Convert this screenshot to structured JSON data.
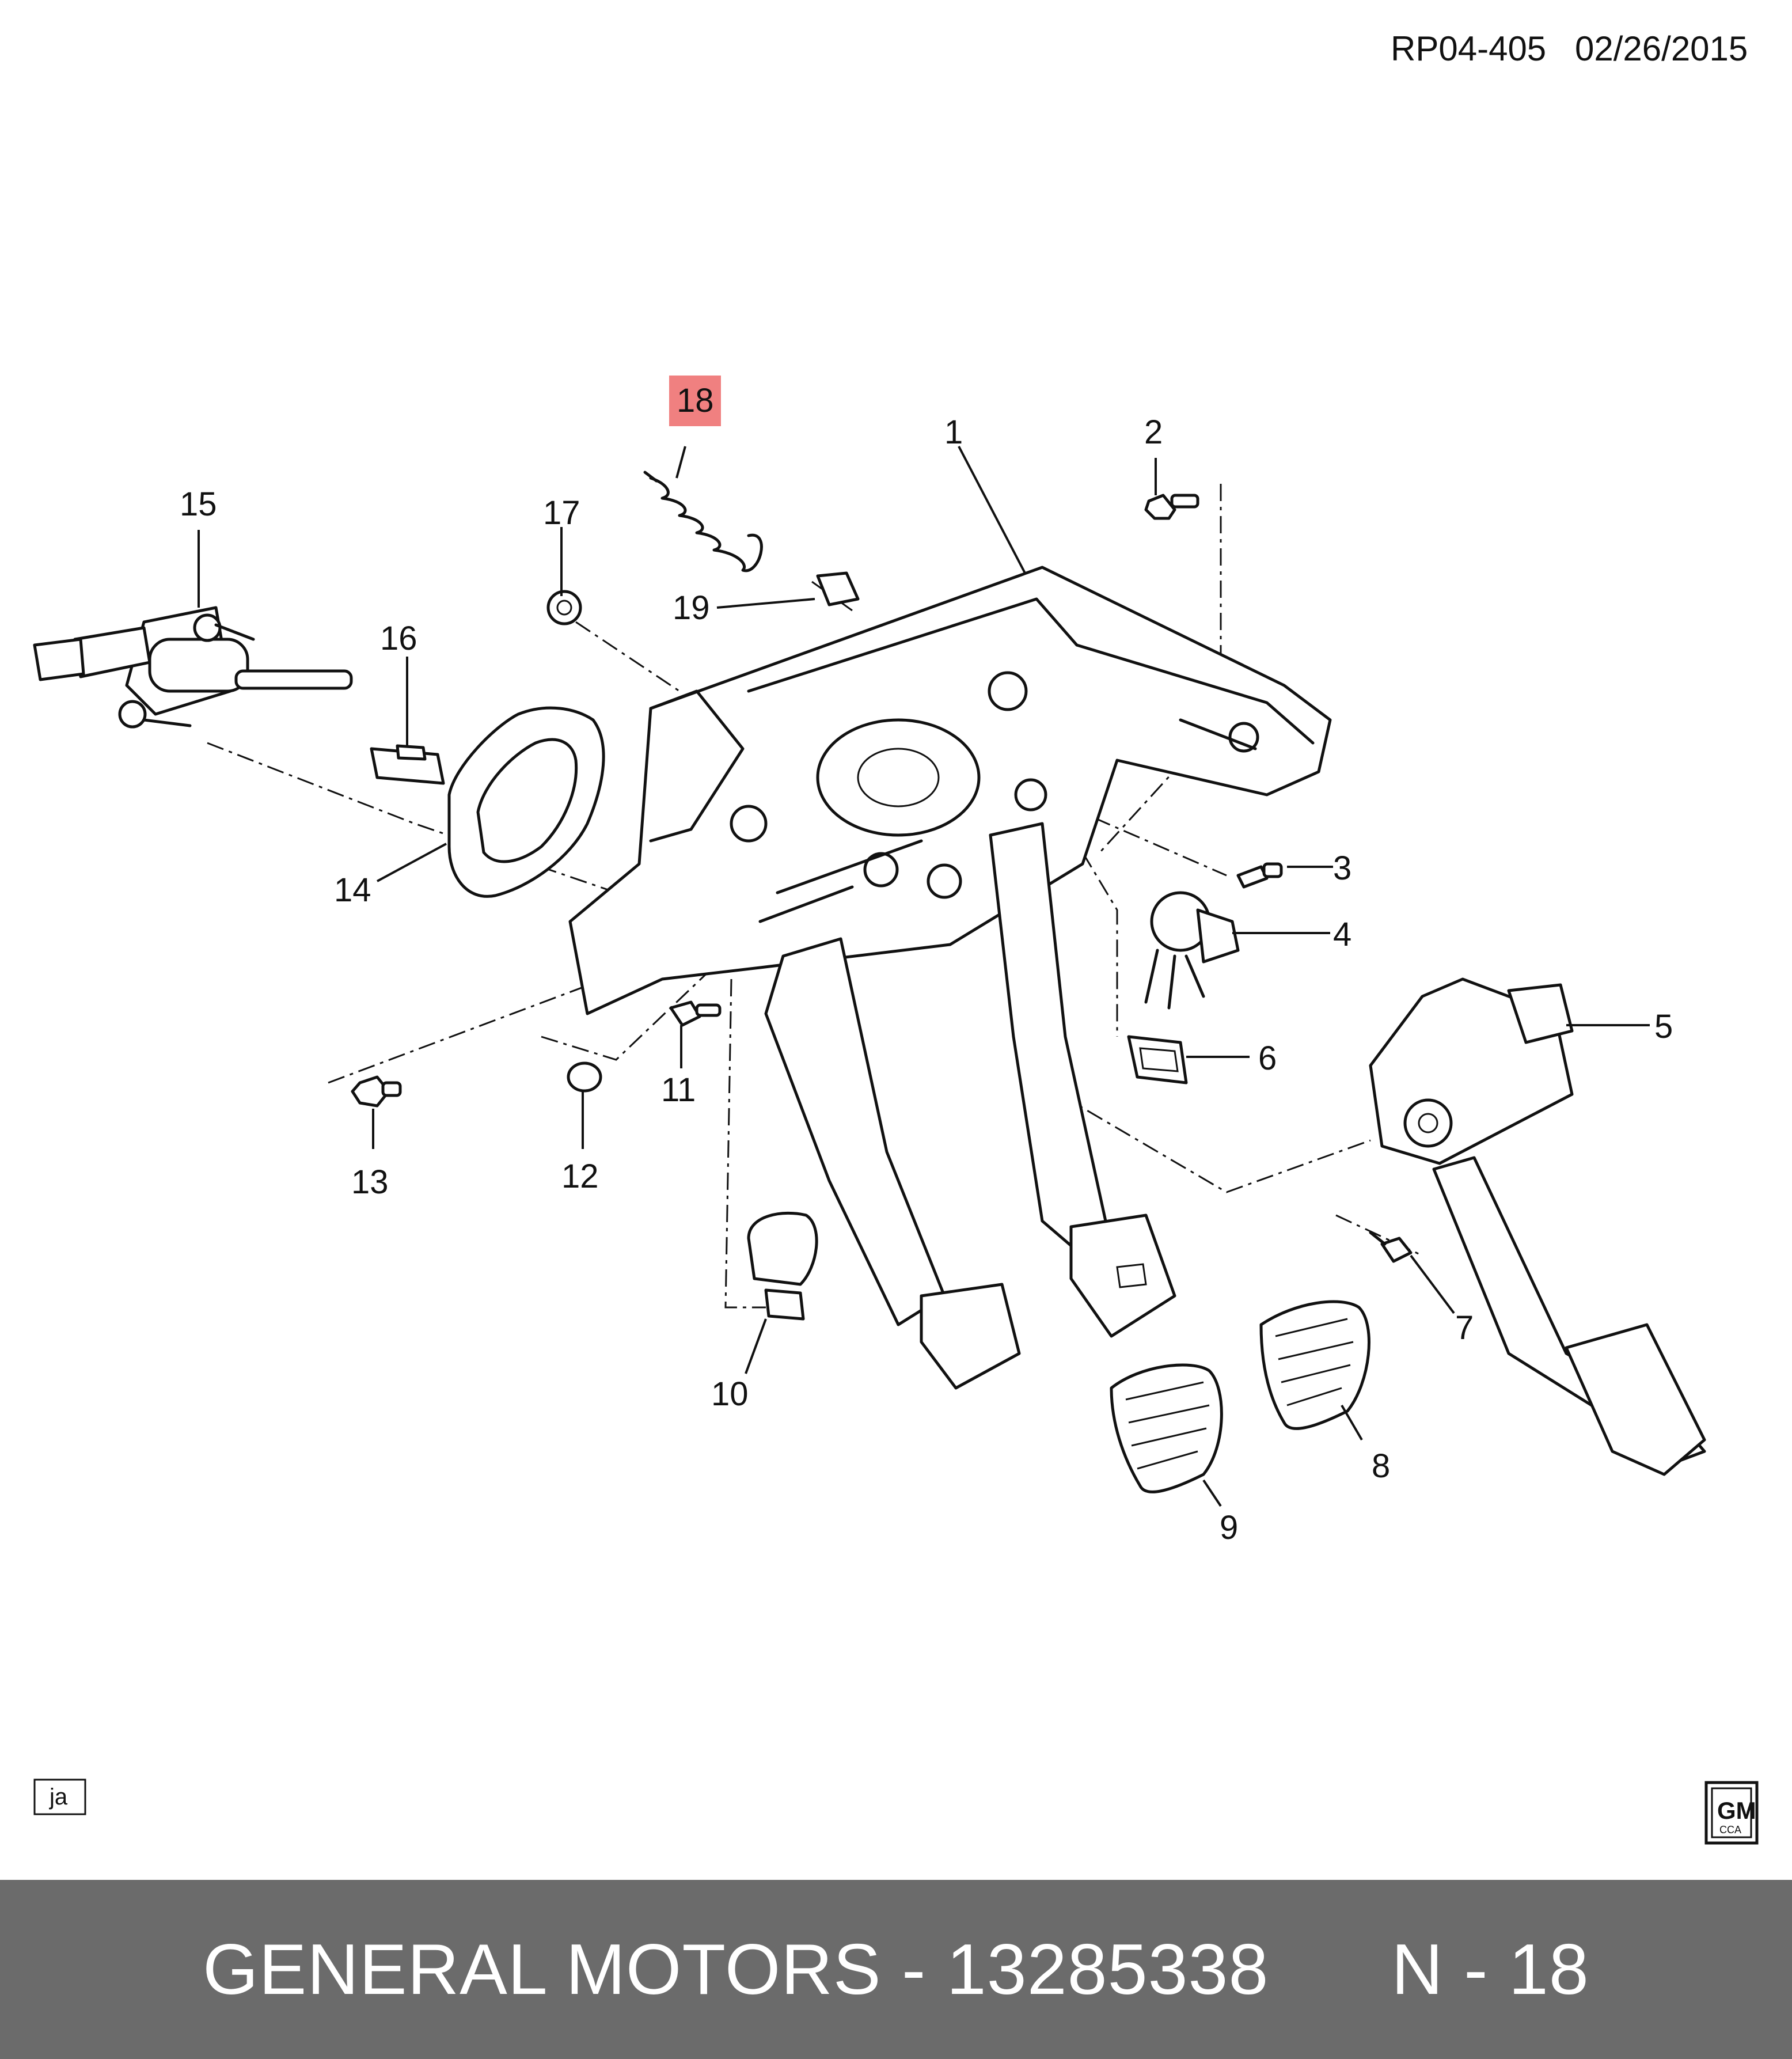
{
  "header": {
    "reference": "RP04-405",
    "date": "02/26/2015"
  },
  "callouts": [
    {
      "id": "1",
      "label": "1"
    },
    {
      "id": "2",
      "label": "2"
    },
    {
      "id": "3",
      "label": "3"
    },
    {
      "id": "4",
      "label": "4"
    },
    {
      "id": "5",
      "label": "5"
    },
    {
      "id": "6",
      "label": "6"
    },
    {
      "id": "7",
      "label": "7"
    },
    {
      "id": "8",
      "label": "8"
    },
    {
      "id": "9",
      "label": "9"
    },
    {
      "id": "10",
      "label": "10"
    },
    {
      "id": "11",
      "label": "11"
    },
    {
      "id": "12",
      "label": "12"
    },
    {
      "id": "13",
      "label": "13"
    },
    {
      "id": "14",
      "label": "14"
    },
    {
      "id": "15",
      "label": "15"
    },
    {
      "id": "16",
      "label": "16"
    },
    {
      "id": "17",
      "label": "17"
    },
    {
      "id": "18",
      "label": "18",
      "highlighted": true
    },
    {
      "id": "19",
      "label": "19"
    }
  ],
  "highlight_color": "#f08080",
  "language_tag": "ja",
  "logo": {
    "name": "gm-logo",
    "text_top": "GM",
    "text_bottom": "CCA"
  },
  "footer": {
    "brand": "GENERAL MOTORS",
    "separator": "-",
    "part_number": "13285338",
    "suffix": "N - 18",
    "background": "#6b6b6b"
  }
}
